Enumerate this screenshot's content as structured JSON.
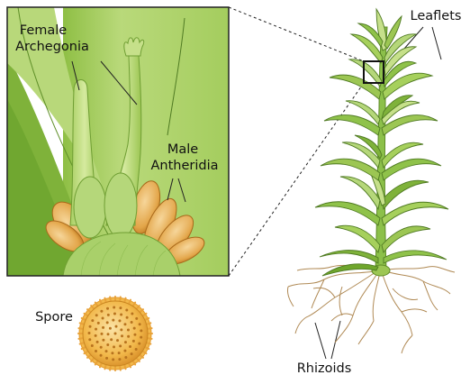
{
  "labels": {
    "female_line1": "Female",
    "female_line2": "Archegonia",
    "male_line1": "Male",
    "male_line2": "Antheridia",
    "leaflets": "Leaflets",
    "rhizoids": "Rhizoids",
    "spore": "Spore"
  },
  "colors": {
    "leaf_light": "#c9e38c",
    "leaf_mid": "#9ccc4a",
    "leaf_dark": "#6fa62c",
    "stem": "#8cc04a",
    "antheridium": "#e0a84a",
    "antheridium_dark": "#c07a1c",
    "spore": "#f2b84a",
    "rhizoid": "#b89560",
    "inset_bg": "#a9d064",
    "outline": "#2d3b1a"
  },
  "icons": {
    "inset": "moss-reproductive-structures-closeup",
    "plant": "moss-gametophyte-plant",
    "spore": "moss-spore-icon"
  }
}
